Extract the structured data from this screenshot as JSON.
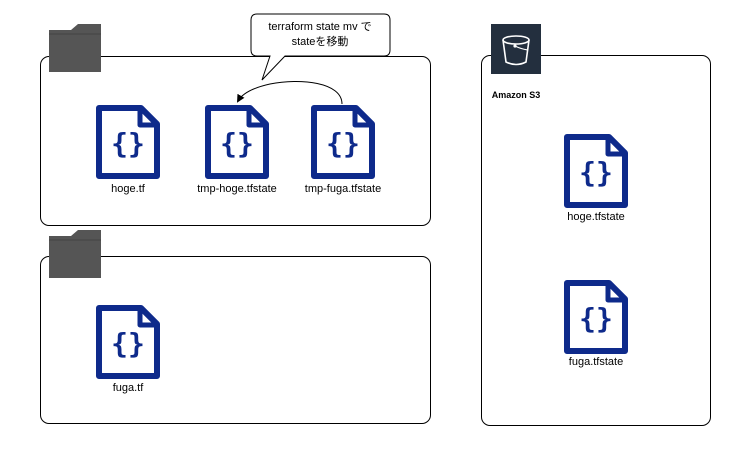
{
  "local_dir_1": {
    "files": [
      {
        "name": "hoge.tf"
      },
      {
        "name": "tmp-hoge.tfstate"
      },
      {
        "name": "tmp-fuga.tfstate"
      }
    ]
  },
  "local_dir_2": {
    "files": [
      {
        "name": "fuga.tf"
      }
    ]
  },
  "s3": {
    "label": "Amazon S3",
    "files": [
      {
        "name": "hoge.tfstate"
      },
      {
        "name": "fuga.tfstate"
      }
    ]
  },
  "callout": {
    "line1": "terraform state mv で",
    "line2": "stateを移動"
  },
  "colors": {
    "file_icon": "#0e2a8b",
    "folder": "#555555",
    "s3_bg": "#232f3e"
  },
  "icons": {
    "file": "json-file-icon",
    "folder": "folder-icon",
    "bucket": "s3-bucket-icon"
  }
}
